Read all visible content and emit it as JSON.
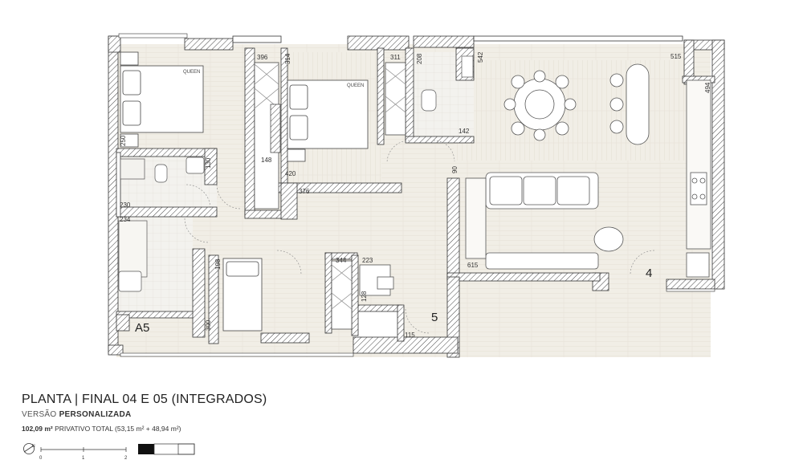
{
  "plan": {
    "room_labels": {
      "unit_a5": "A5",
      "unit_4": "4",
      "unit_5": "5"
    },
    "bed_labels": [
      "QUEEN",
      "QUEEN"
    ],
    "dimensions": {
      "d396": "396",
      "d314": "314",
      "d311": "311",
      "d208": "208",
      "d542": "542",
      "d515": "515",
      "d494": "494",
      "d250": "250",
      "d130": "130",
      "d148": "148",
      "d142": "142",
      "d420": "420",
      "d376": "376",
      "d90": "90",
      "d230": "230",
      "d234": "234",
      "d198": "198",
      "d344": "344",
      "d223": "223",
      "d128": "128",
      "d300": "300",
      "d615": "615",
      "d115": "115"
    }
  },
  "caption": {
    "title": "PLANTA | FINAL 04 E 05 (INTEGRADOS)",
    "version_prefix": "VERSÃO ",
    "version_name": "PERSONALIZADA",
    "area_value": "102,09 m²",
    "area_detail": " PRIVATIVO TOTAL (53,15 m²  + 48,94 m²)"
  },
  "scale": {
    "ticks": [
      "0",
      "1",
      "2"
    ],
    "north": "N"
  },
  "colors": {
    "floor": "#f1eee6",
    "wall": "#ffffff",
    "wall_line": "#333333",
    "hatch": "#555555"
  }
}
